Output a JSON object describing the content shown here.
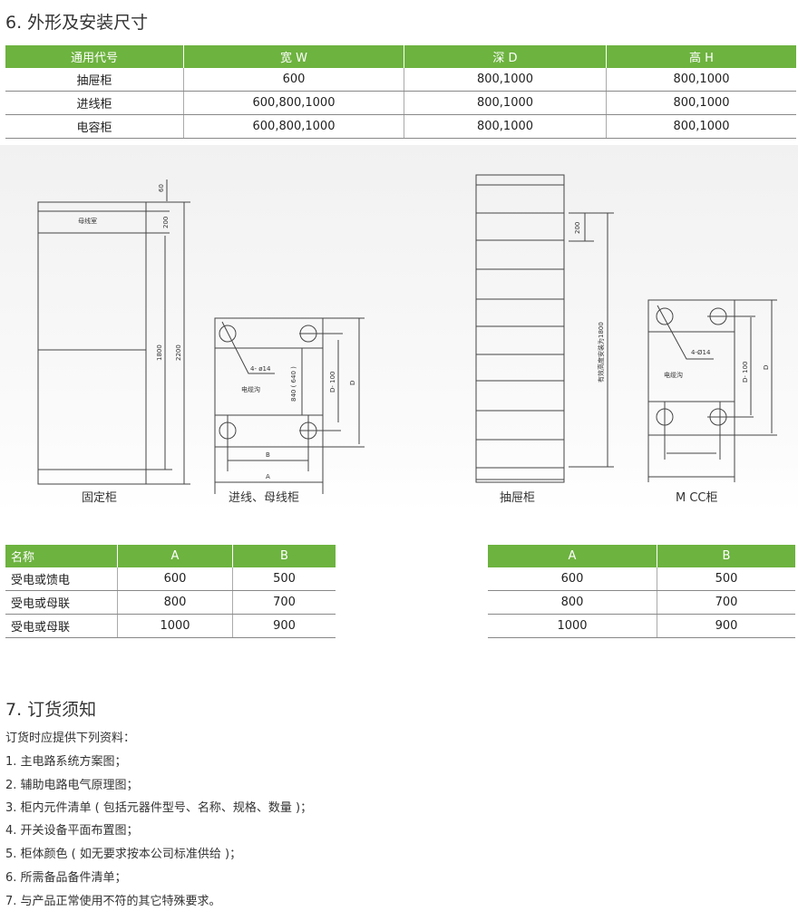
{
  "section6": {
    "title": "6. 外形及安装尺寸",
    "table": {
      "headers": [
        "通用代号",
        "宽 W",
        "深 D",
        "高 H"
      ],
      "rows": [
        [
          "抽屉柜",
          "600",
          "800,1000",
          "800,1000"
        ],
        [
          "进线柜",
          "600,800,1000",
          "800,1000",
          "800,1000"
        ],
        [
          "电容柜",
          "600,800,1000",
          "800,1000",
          "800,1000"
        ]
      ]
    }
  },
  "diagrams": {
    "fixed": {
      "caption": "固定柜",
      "room": "母线室",
      "d60": "60",
      "d200": "200",
      "d1800": "1800",
      "d2200": "2200"
    },
    "incoming": {
      "caption": "进线、母线柜",
      "holes": "4- ø14",
      "trench": "电缆沟",
      "d840": "840 ( 640 )",
      "dD100": "D- 100",
      "dD": "D",
      "dB": "B",
      "dA": "A"
    },
    "drawer": {
      "caption": "抽屉柜",
      "d200": "200",
      "effective": "有效高度安装为1800"
    },
    "mcc": {
      "caption": "M CC柜",
      "holes": "4-Ø14",
      "trench": "电缆沟",
      "dD100": "D- 100",
      "dD": "D"
    }
  },
  "table_left": {
    "headers": [
      "名称",
      "A",
      "B"
    ],
    "rows": [
      [
        "受电或馈电",
        "600",
        "500"
      ],
      [
        "受电或母联",
        "800",
        "700"
      ],
      [
        "受电或母联",
        "1000",
        "900"
      ]
    ]
  },
  "table_right": {
    "headers": [
      "A",
      "B"
    ],
    "rows": [
      [
        "600",
        "500"
      ],
      [
        "800",
        "700"
      ],
      [
        "1000",
        "900"
      ]
    ]
  },
  "section7": {
    "title": "7. 订货须知",
    "intro": "订货时应提供下列资料：",
    "items": [
      "1. 主电路系统方案图；",
      "2. 辅助电路电气原理图；",
      "3. 柜内元件清单 ( 包括元器件型号、名称、规格、数量 )；",
      "4. 开关设备平面布置图；",
      "5. 柜体颜色 ( 如无要求按本公司标准供给 )；",
      "6. 所需备品备件清单；",
      "7. 与产品正常使用不符的其它特殊要求。"
    ]
  }
}
